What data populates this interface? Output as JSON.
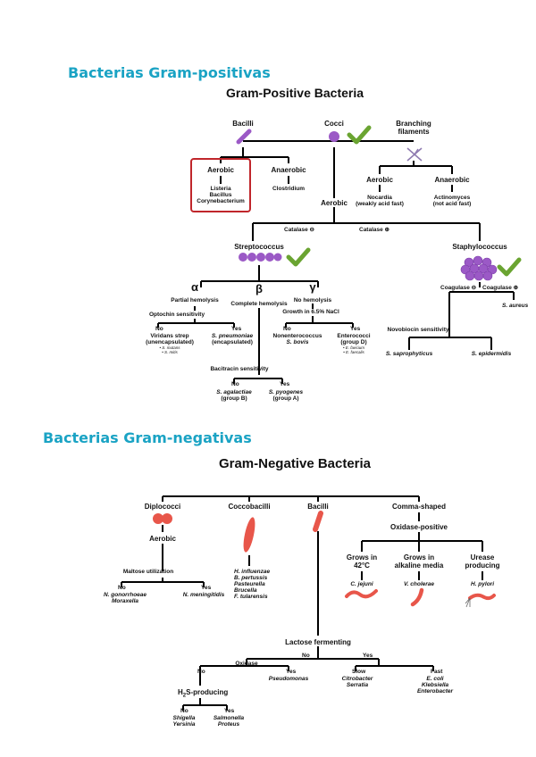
{
  "section_positive": "Bacterias Gram-positivas",
  "section_negative": "Bacterias Gram-negativas",
  "pos": {
    "title": "Gram-Positive Bacteria",
    "bacilli": "Bacilli",
    "cocci": "Cocci",
    "branching": [
      "Branching",
      "filaments"
    ],
    "bac_aerobic": "Aerobic",
    "bac_aerobic_list": [
      "Listeria",
      "Bacillus",
      "Corynebacterium"
    ],
    "bac_anaerobic": "Anaerobic",
    "bac_anaerobic_list": [
      "Clostridium"
    ],
    "br_aerobic": "Aerobic",
    "br_aerobic_list": [
      "Nocardia",
      "(weakly acid fast)"
    ],
    "br_anaerobic": "Anaerobic",
    "br_anaerobic_list": [
      "Actinomyces",
      "(not acid fast)"
    ],
    "cocci_aerobic": "Aerobic",
    "catalase_neg": "Catalase ⊖",
    "catalase_pos": "Catalase ⊕",
    "streptococcus": "Streptococcus",
    "staphylococcus": "Staphylococcus",
    "alpha": "α",
    "alpha_label": "Partial hemolysis",
    "beta": "β",
    "beta_label": "Complete hemolysis",
    "gamma": "γ",
    "gamma_label": "No hemolysis",
    "optochin": "Optochin sensitivity",
    "opt_no": "No",
    "opt_yes": "Yes",
    "viridans": [
      "Viridans strep",
      "(unencapsulated)"
    ],
    "viridans_sub": [
      "• S. mutans",
      "• S. mitis"
    ],
    "pneumoniae": [
      "S. pneumoniae",
      "(encapsulated)"
    ],
    "growth": "Growth in 6.5% NaCl",
    "gr_no": "No",
    "gr_yes": "Yes",
    "nonenterococcus": [
      "Nonenterococcus",
      "S. bovis"
    ],
    "enterococci": [
      "Enterococci",
      "(group D)"
    ],
    "enterococci_sub": [
      "• E. faecium",
      "• E. faecalis"
    ],
    "bacitracin": "Bacitracin sensitivity",
    "bc_no": "No",
    "bc_yes": "Yes",
    "agalactiae": [
      "S. agalactiae",
      "(group B)"
    ],
    "pyogenes": [
      "S. pyogenes",
      "(group A)"
    ],
    "coag_neg": "Coagulase ⊖",
    "coag_pos": "Coagulase ⊕",
    "aureus": "S. aureus",
    "novobiocin": "Novobiocin sensitivity",
    "saprophyticus": "S. saprophyticus",
    "epidermidis": "S. epidermidis"
  },
  "neg": {
    "title": "Gram-Negative Bacteria",
    "diplococci": "Diplococci",
    "coccobacilli": "Coccobacilli",
    "bacilli": "Bacilli",
    "comma": "Comma-shaped",
    "dip_aerobic": "Aerobic",
    "maltose": "Maltose utilization",
    "mal_no": "No",
    "mal_yes": "Yes",
    "gonorrhoeae": [
      "N. gonorrhoeae",
      "Moraxella"
    ],
    "meningitidis": "N. meningitidis",
    "coccobacilli_list": [
      "H. influenzae",
      "B. pertussis",
      "Pasteurella",
      "Brucella",
      "F. tularensis"
    ],
    "oxidase_pos": "Oxidase-positive",
    "grows42": [
      "Grows in",
      "42°C"
    ],
    "alkaline": [
      "Grows in",
      "alkaline media"
    ],
    "urease": [
      "Urease",
      "producing"
    ],
    "jejuni": "C. jejuni",
    "cholerae": "V. cholerae",
    "pylori": "H. pylori",
    "lactose": "Lactose fermenting",
    "lac_no": "No",
    "lac_yes": "Yes",
    "oxidase": "Oxidase",
    "ox_no": "No",
    "ox_yes": "Yes",
    "pseudomonas": "Pseudomonas",
    "slow": "Slow",
    "fast": "Fast",
    "slow_list": [
      "Citrobacter",
      "Serratia"
    ],
    "fast_list": [
      "E. coli",
      "Klebsiella",
      "Enterobacter"
    ],
    "h2s_prefix": "H",
    "h2s_sub": "2",
    "h2s_suffix": "S-producing",
    "h2s_no": "No",
    "h2s_yes": "Yes",
    "h2s_no_list": [
      "Shigella",
      "Yersinia"
    ],
    "h2s_yes_list": [
      "Salmonella",
      "Proteus"
    ]
  },
  "colors": {
    "accent": "#1aa3c4",
    "check": "#6aa431",
    "purple": "#9b59c6",
    "red": "#e8564a",
    "box": "#c0262b"
  }
}
